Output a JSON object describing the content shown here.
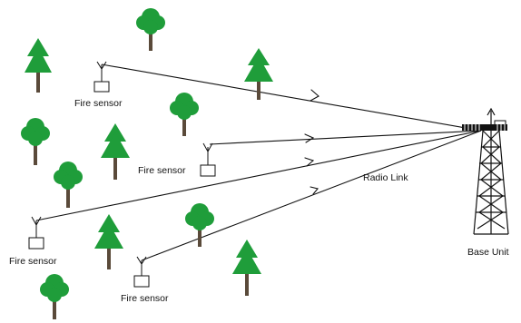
{
  "labels": {
    "fire_sensor": "Fire sensor",
    "radio_link": "Radio Link",
    "base_unit": "Base Unit"
  },
  "colors": {
    "tree_foliage": "#1f9d3a",
    "tree_trunk": "#5a4a3a",
    "lines": "#111111"
  }
}
